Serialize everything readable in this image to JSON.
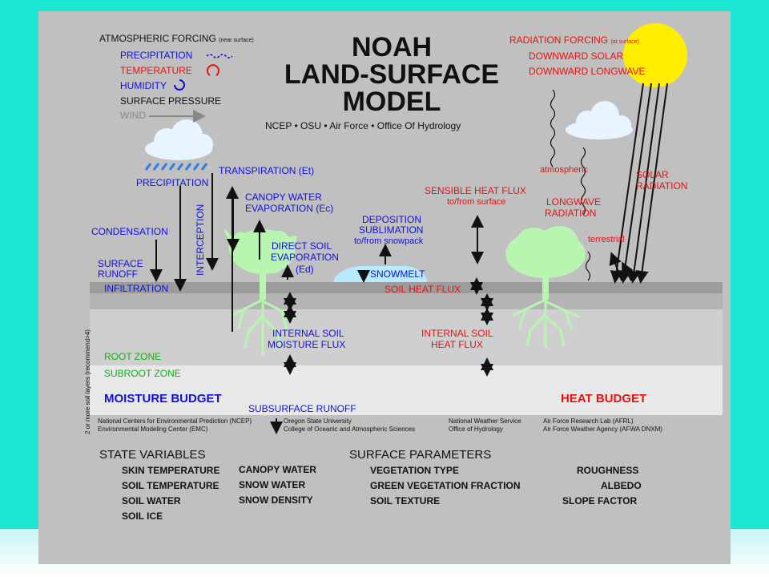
{
  "title": [
    "NOAH",
    "LAND-SURFACE",
    "MODEL"
  ],
  "subtitle": "NCEP • OSU • Air Force • Office Of Hydrology",
  "atmospheric_forcing": {
    "header": "ATMOSPHERIC FORCING",
    "header_note": "(near surface)",
    "precipitation": "PRECIPITATION",
    "temperature": "TEMPERATURE",
    "humidity": "HUMIDITY",
    "surface_pressure": "SURFACE PRESSURE",
    "wind": "WIND"
  },
  "radiation_forcing": {
    "header": "RADIATION FORCING",
    "header_note": "(at surface)",
    "downward_solar": "DOWNWARD SOLAR",
    "downward_longwave": "DOWNWARD LONGWAVE"
  },
  "labels": {
    "precipitation": "PRECIPITATION",
    "transpiration": "TRANSPIRATION (Et)",
    "interception": "INTERCEPTION",
    "canopy_water_evap_1": "CANOPY WATER",
    "canopy_water_evap_2": "EVAPORATION (Ec)",
    "condensation": "CONDENSATION",
    "surface_runoff_1": "SURFACE",
    "surface_runoff_2": "RUNOFF",
    "infiltration": "INFILTRATION",
    "direct_soil_evap_1": "DIRECT SOIL",
    "direct_soil_evap_2": "EVAPORATION",
    "direct_soil_evap_3": "(Ed)",
    "deposition_1": "DEPOSITION",
    "deposition_2": "SUBLIMATION",
    "deposition_3": "to/from snowpack",
    "snowmelt": "SNOWMELT",
    "sensible_heat_1": "SENSIBLE HEAT FLUX",
    "sensible_heat_2": "to/from surface",
    "soil_heat_flux": "SOIL HEAT FLUX",
    "atmospheric": "atmospheric",
    "longwave_1": "LONGWAVE",
    "longwave_2": "RADIATION",
    "terrestrial": "terrestrial",
    "solar_1": "SOLAR",
    "solar_2": "RADIATION",
    "internal_soil_moisture_1": "INTERNAL SOIL",
    "internal_soil_moisture_2": "MOISTURE FLUX",
    "internal_soil_heat_1": "INTERNAL SOIL",
    "internal_soil_heat_2": "HEAT FLUX",
    "root_zone": "ROOT ZONE",
    "subroot_zone": "SUBROOT ZONE",
    "moisture_budget": "MOISTURE BUDGET",
    "heat_budget": "HEAT BUDGET",
    "subsurface_runoff": "SUBSURFACE RUNOFF",
    "soil_layers_note": "2 or more soil layers (recommend>4)"
  },
  "credits": {
    "ncep_1": "National Centers for Environmental Prediction (NCEP)",
    "ncep_2": "Environmental Modeling Center (EMC)",
    "osu_1": "Oregon State University",
    "osu_2": "College of Oceanic and Atmospheric Sciences",
    "nws_1": "National Weather Service",
    "nws_2": "Office of Hydrology",
    "af_1": "Air Force Research Lab (AFRL)",
    "af_2": "Air Force Weather Agency (AFWA DNXM)"
  },
  "state_variables": {
    "header": "STATE VARIABLES",
    "col1": [
      "SKIN TEMPERATURE",
      "SOIL TEMPERATURE",
      "SOIL WATER",
      "SOIL ICE"
    ],
    "col2": [
      "CANOPY WATER",
      "SNOW WATER",
      "SNOW DENSITY"
    ]
  },
  "surface_parameters": {
    "header": "SURFACE PARAMETERS",
    "col1": [
      "VEGETATION TYPE",
      "GREEN VEGETATION FRACTION",
      "SOIL TEXTURE"
    ],
    "col2": [
      "ROUGHNESS",
      "ALBEDO",
      "SLOPE FACTOR"
    ]
  },
  "colors": {
    "background": "#1de6d2",
    "panel": "#c0c0c0",
    "blue_text": "#1010d8",
    "red_text": "#e81010",
    "green_text": "#10b010",
    "tree": "#b8f5b0",
    "sun": "#ffee00"
  }
}
